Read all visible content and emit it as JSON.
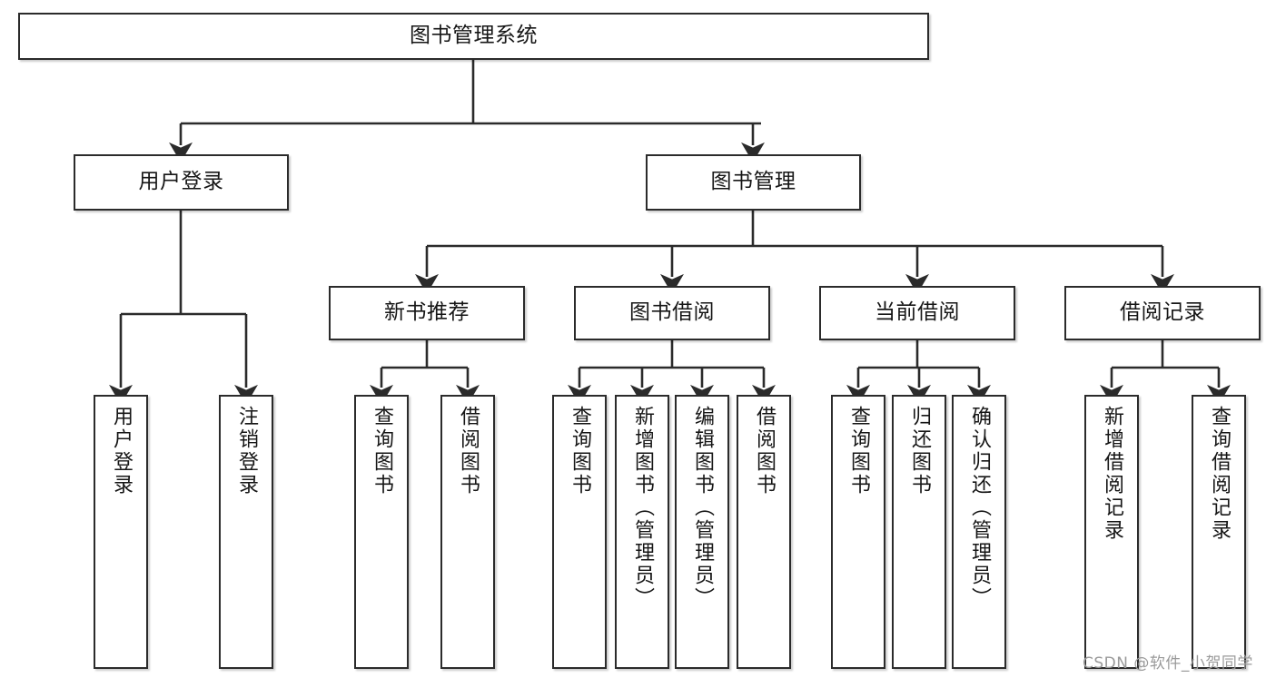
{
  "diagram": {
    "type": "tree",
    "title": "图书管理系统",
    "watermark": "CSDN @软件_小贺同学",
    "colors": {
      "box_border": "#2b2b2b",
      "box_fill": "#ffffff",
      "line": "#2b2b2b",
      "text": "#161616",
      "watermark": "#9a9a9a"
    },
    "levels": {
      "root": "图书管理系统",
      "level2": [
        "用户登录",
        "图书管理"
      ],
      "level3": [
        "新书推荐",
        "图书借阅",
        "当前借阅",
        "借阅记录"
      ],
      "leaves": [
        "用户登录",
        "注销登录",
        "查询图书",
        "借阅图书",
        "查询图书",
        "新增图书（管理员）",
        "编辑图书（管理员）",
        "借阅图书",
        "查询图书",
        "归还图书",
        "确认归还（管理员）",
        "新增借阅记录",
        "查询借阅记录"
      ]
    },
    "nodes": {
      "root": {
        "label": "图书管理系统"
      },
      "user_login_group": {
        "label": "用户登录"
      },
      "book_mgmt_group": {
        "label": "图书管理"
      },
      "new_book_rec": {
        "label": "新书推荐"
      },
      "book_borrow": {
        "label": "图书借阅"
      },
      "current_borrow": {
        "label": "当前借阅"
      },
      "borrow_record": {
        "label": "借阅记录"
      },
      "leaf_user_login": {
        "label": "用户登录"
      },
      "leaf_logout": {
        "label": "注销登录"
      },
      "leaf_query_book_a": {
        "label": "查询图书"
      },
      "leaf_borrow_book_a": {
        "label": "借阅图书"
      },
      "leaf_query_book_b": {
        "label": "查询图书"
      },
      "leaf_add_book": {
        "label": "新增图书（管理员）"
      },
      "leaf_edit_book": {
        "label": "编辑图书（管理员）"
      },
      "leaf_borrow_book_b": {
        "label": "借阅图书"
      },
      "leaf_query_book_c": {
        "label": "查询图书"
      },
      "leaf_return_book": {
        "label": "归还图书"
      },
      "leaf_confirm_return": {
        "label": "确认归还（管理员）"
      },
      "leaf_add_record": {
        "label": "新增借阅记录"
      },
      "leaf_query_record": {
        "label": "查询借阅记录"
      }
    },
    "edges": [
      {
        "from": "root",
        "to": "user_login_group"
      },
      {
        "from": "root",
        "to": "book_mgmt_group"
      },
      {
        "from": "user_login_group",
        "to": "leaf_user_login"
      },
      {
        "from": "user_login_group",
        "to": "leaf_logout"
      },
      {
        "from": "book_mgmt_group",
        "to": "new_book_rec"
      },
      {
        "from": "book_mgmt_group",
        "to": "book_borrow"
      },
      {
        "from": "book_mgmt_group",
        "to": "current_borrow"
      },
      {
        "from": "book_mgmt_group",
        "to": "borrow_record"
      },
      {
        "from": "new_book_rec",
        "to": "leaf_query_book_a"
      },
      {
        "from": "new_book_rec",
        "to": "leaf_borrow_book_a"
      },
      {
        "from": "book_borrow",
        "to": "leaf_query_book_b"
      },
      {
        "from": "book_borrow",
        "to": "leaf_add_book"
      },
      {
        "from": "book_borrow",
        "to": "leaf_edit_book"
      },
      {
        "from": "book_borrow",
        "to": "leaf_borrow_book_b"
      },
      {
        "from": "current_borrow",
        "to": "leaf_query_book_c"
      },
      {
        "from": "current_borrow",
        "to": "leaf_return_book"
      },
      {
        "from": "current_borrow",
        "to": "leaf_confirm_return"
      },
      {
        "from": "borrow_record",
        "to": "leaf_add_record"
      },
      {
        "from": "borrow_record",
        "to": "leaf_query_record"
      }
    ]
  }
}
